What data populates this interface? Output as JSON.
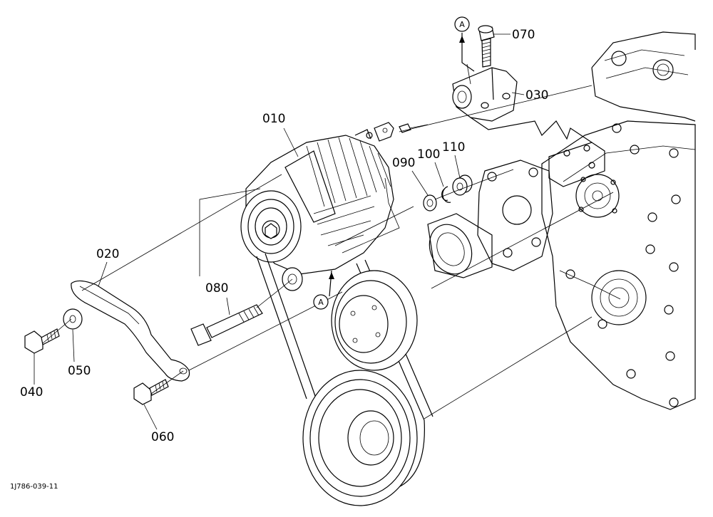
{
  "parts": {
    "p010": "010",
    "p020": "020",
    "p030": "030",
    "p040": "040",
    "p050": "050",
    "p060": "060",
    "p070": "070",
    "p080": "080",
    "p090": "090",
    "p100": "100",
    "p110": "110"
  },
  "markers": {
    "top": "A",
    "bottom": "A"
  },
  "figure_code": "1J786-039-11"
}
